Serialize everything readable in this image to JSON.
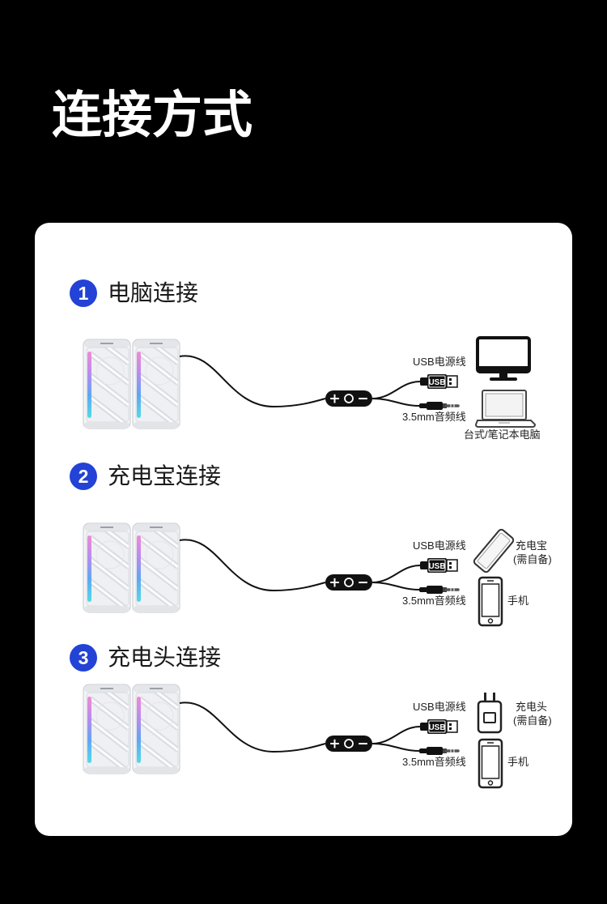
{
  "page": {
    "title": "连接方式"
  },
  "colors": {
    "background": "#000000",
    "card": "#ffffff",
    "badge": "#2342d6",
    "badge_text": "#ffffff",
    "text": "#1a1a1a",
    "cable": "#111111",
    "rgb_light_top": "#f08ad6",
    "rgb_light_bottom": "#52dbe6"
  },
  "sections": [
    {
      "number": "1",
      "title": "电脑连接",
      "controller": {
        "plus": "+",
        "button_icon": "circle-button-icon",
        "minus": "−"
      },
      "usb_label": "USB电源线",
      "usb_plug_text": "USB",
      "audio_label": "3.5mm音频线",
      "devices": {
        "icons": [
          "monitor-icon",
          "laptop-icon"
        ],
        "label": "台式/笔记本电脑"
      }
    },
    {
      "number": "2",
      "title": "充电宝连接",
      "controller": {
        "plus": "+",
        "button_icon": "circle-button-icon",
        "minus": "−"
      },
      "usb_label": "USB电源线",
      "usb_plug_text": "USB",
      "audio_label": "3.5mm音频线",
      "power_device": {
        "icon": "power-bank-icon",
        "label": "充电宝",
        "note": "(需自备)"
      },
      "audio_device": {
        "icon": "phone-icon",
        "label": "手机"
      }
    },
    {
      "number": "3",
      "title": "充电头连接",
      "controller": {
        "plus": "+",
        "button_icon": "circle-button-icon",
        "minus": "−"
      },
      "usb_label": "USB电源线",
      "usb_plug_text": "USB",
      "audio_label": "3.5mm音频线",
      "power_device": {
        "icon": "charger-icon",
        "label": "充电头",
        "note": "(需自备)"
      },
      "audio_device": {
        "icon": "phone-icon",
        "label": "手机"
      }
    }
  ]
}
